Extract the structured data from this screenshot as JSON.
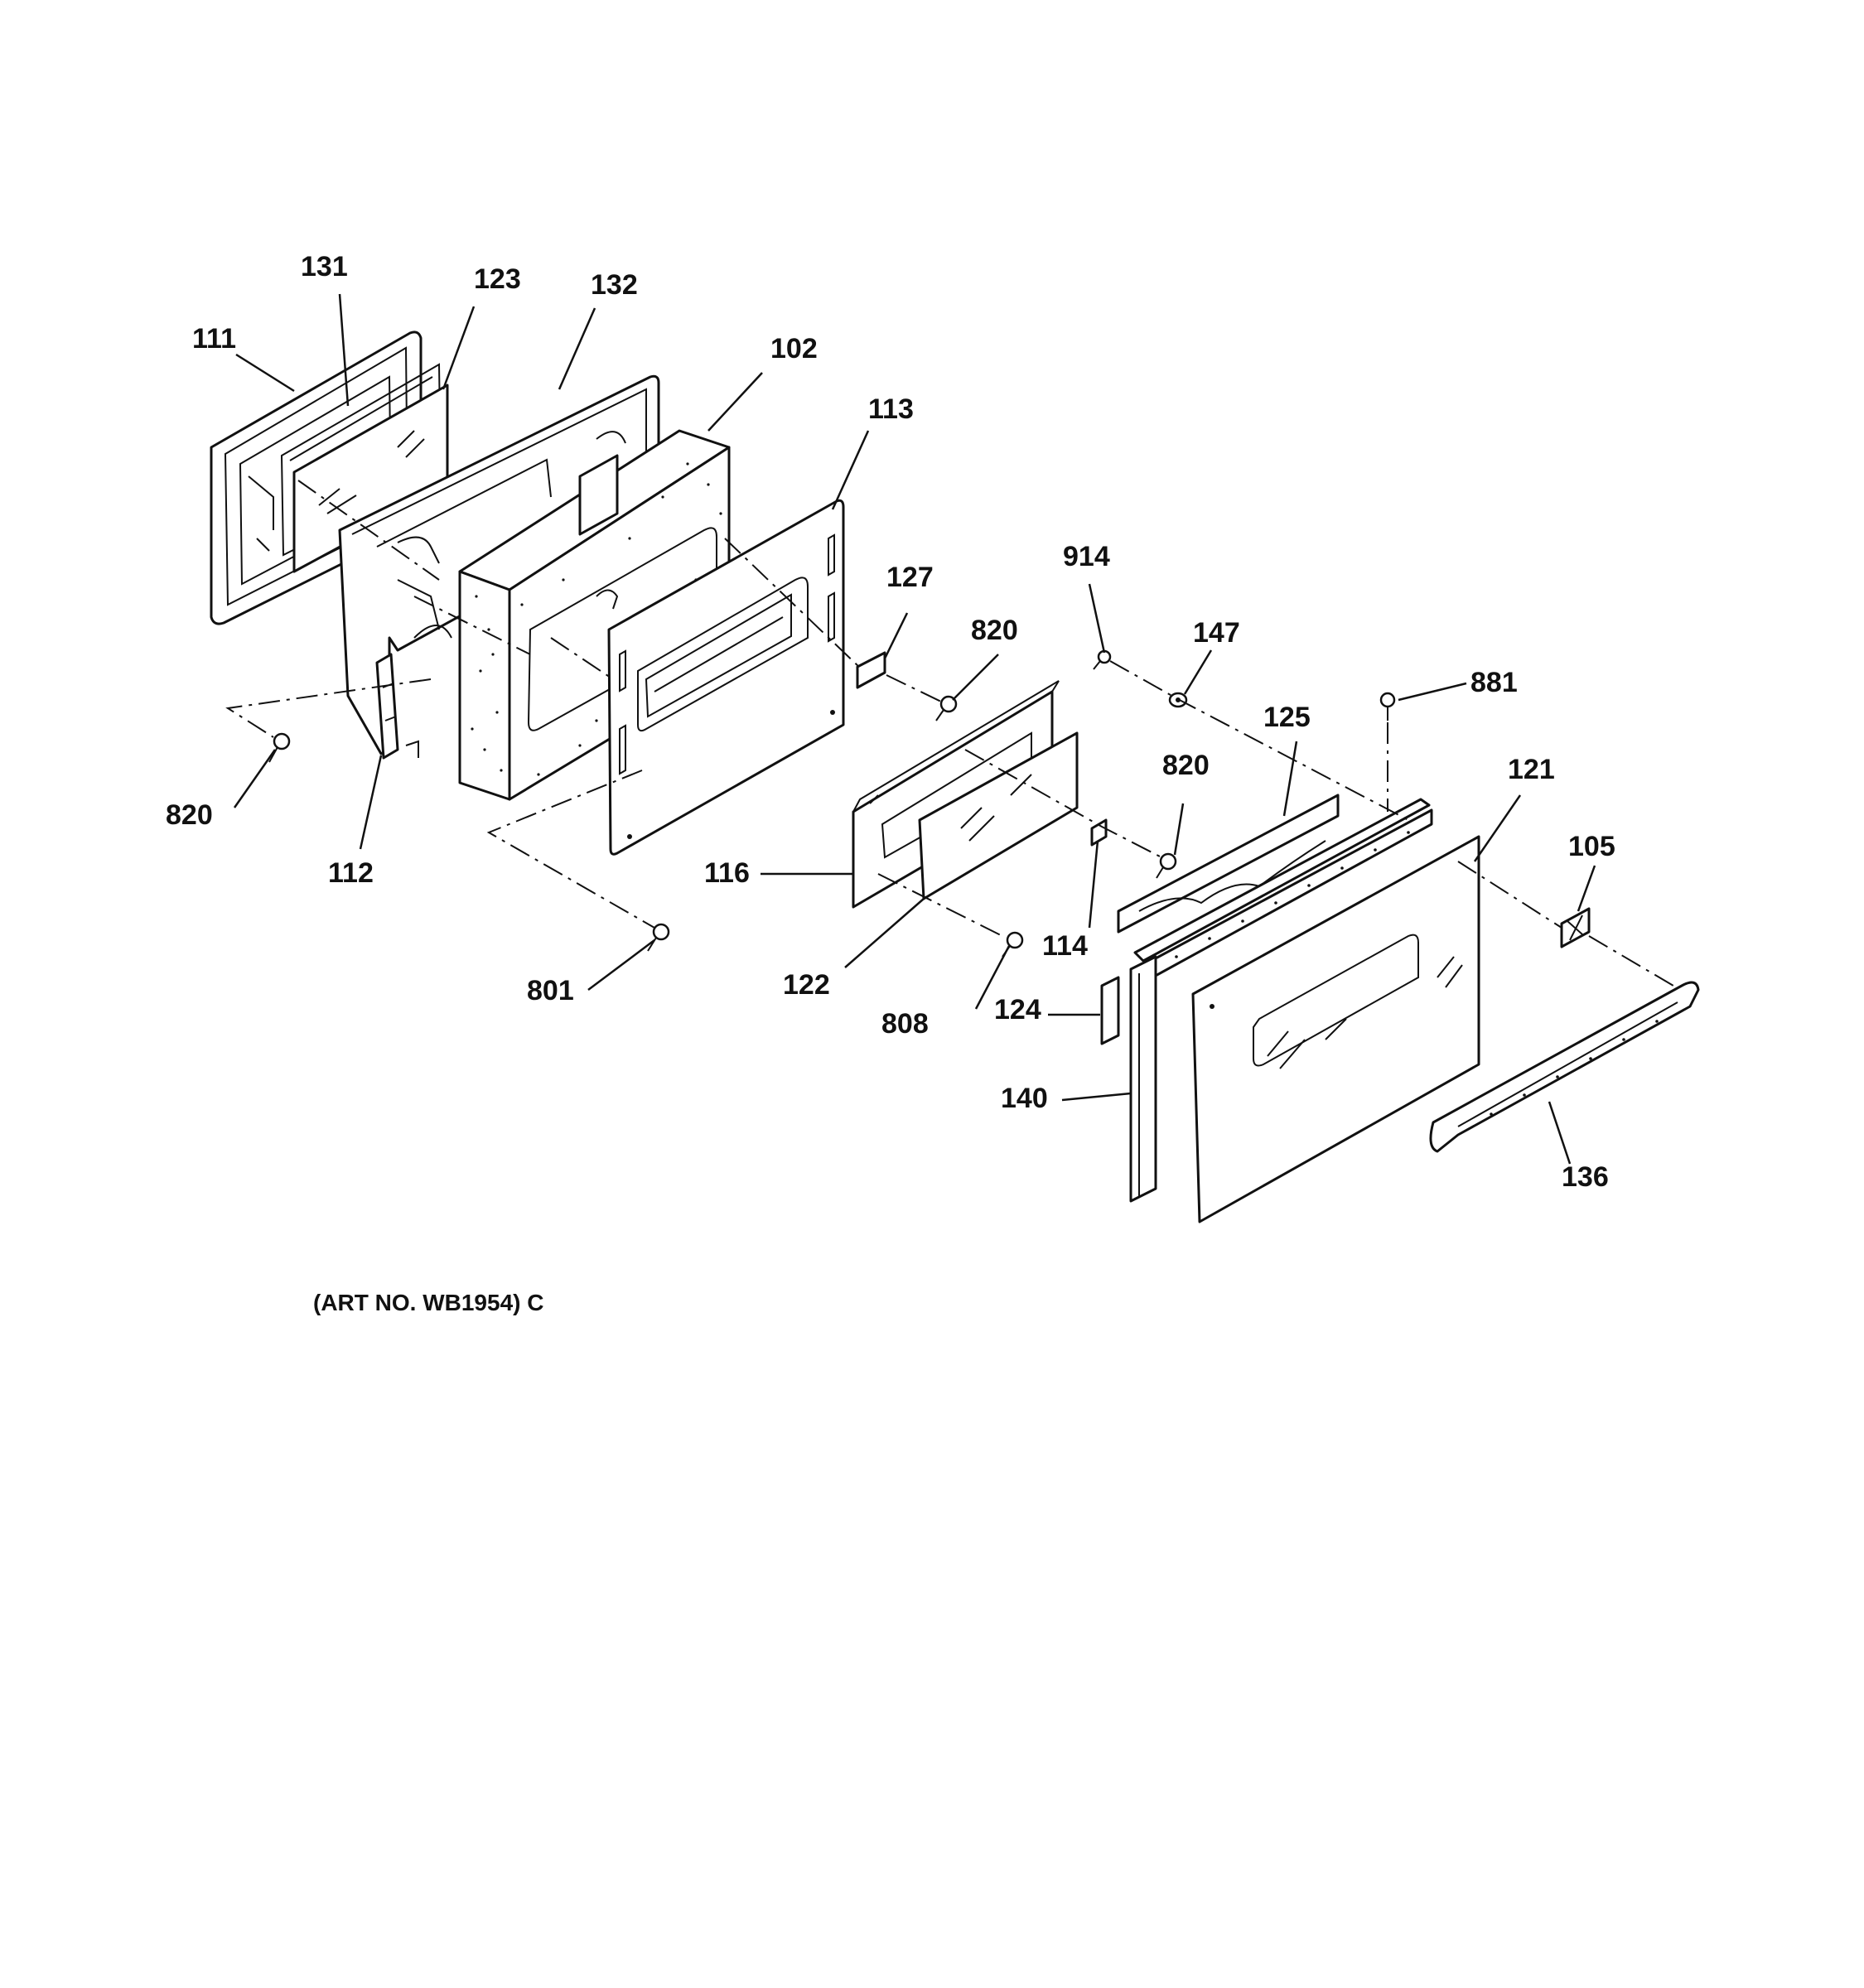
{
  "callouts": {
    "c131": "131",
    "c123": "123",
    "c132": "132",
    "c111": "111",
    "c102": "102",
    "c113": "113",
    "c127": "127",
    "c914": "914",
    "c820a": "820",
    "c147": "147",
    "c881": "881",
    "c125": "125",
    "c121": "121",
    "c820b": "820",
    "c105": "105",
    "c820c": "820",
    "c112": "112",
    "c116": "116",
    "c114": "114",
    "c122": "122",
    "c801": "801",
    "c808": "808",
    "c124": "124",
    "c140": "140",
    "c136": "136"
  },
  "caption": "(ART NO. WB1954) C"
}
